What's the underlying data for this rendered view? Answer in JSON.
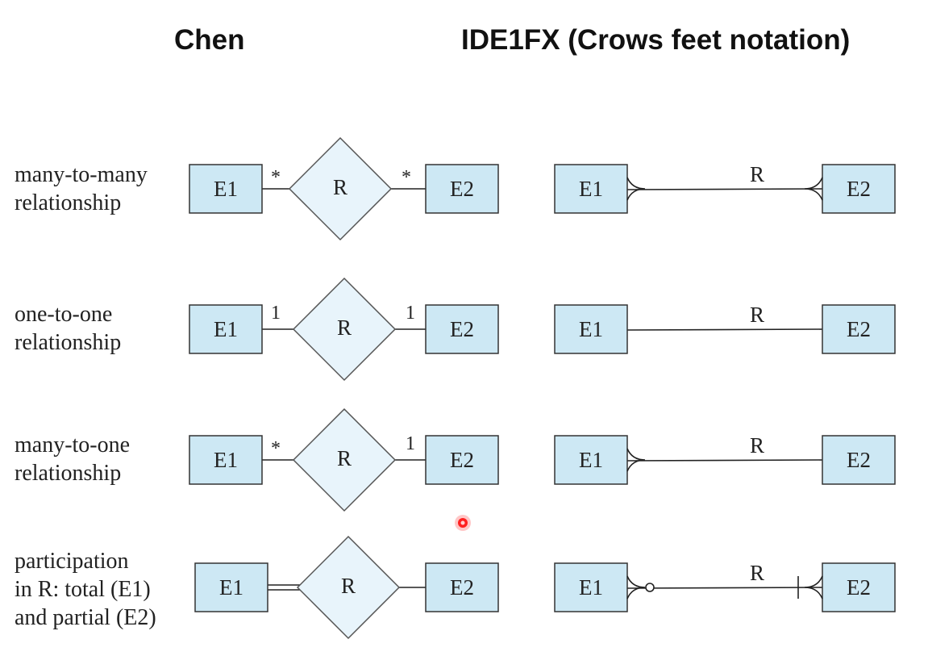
{
  "headings": {
    "chen": "Chen",
    "ide1fx": "IDE1FX (Crows feet notation)"
  },
  "rows": [
    {
      "label_lines": [
        "many-to-many",
        "relationship"
      ],
      "chen": {
        "e1": "E1",
        "r": "R",
        "e2": "E2",
        "card_left": "*",
        "card_right": "*",
        "left_link": "single",
        "right_link": "single"
      },
      "crow": {
        "e1": "E1",
        "r": "R",
        "e2": "E2",
        "left_end": "crows-foot",
        "right_end": "crows-foot"
      }
    },
    {
      "label_lines": [
        "one-to-one",
        "relationship"
      ],
      "chen": {
        "e1": "E1",
        "r": "R",
        "e2": "E2",
        "card_left": "1",
        "card_right": "1",
        "left_link": "single",
        "right_link": "single"
      },
      "crow": {
        "e1": "E1",
        "r": "R",
        "e2": "E2",
        "left_end": "none",
        "right_end": "none"
      }
    },
    {
      "label_lines": [
        "many-to-one",
        "relationship"
      ],
      "chen": {
        "e1": "E1",
        "r": "R",
        "e2": "E2",
        "card_left": "*",
        "card_right": "1",
        "left_link": "single",
        "right_link": "single"
      },
      "crow": {
        "e1": "E1",
        "r": "R",
        "e2": "E2",
        "left_end": "crows-foot",
        "right_end": "none"
      }
    },
    {
      "label_lines": [
        "participation",
        "in R: total (E1)",
        "and partial (E2)"
      ],
      "chen": {
        "e1": "E1",
        "r": "R",
        "e2": "E2",
        "card_left": "",
        "card_right": "",
        "left_link": "double",
        "right_link": "single"
      },
      "crow": {
        "e1": "E1",
        "r": "R",
        "e2": "E2",
        "left_end": "crows-foot-circle",
        "right_end": "crows-foot-bar"
      }
    }
  ],
  "colors": {
    "entity_fill": "#cde8f4",
    "relationship_fill": "#e8f4fb",
    "pointer_dot": "#ff2020"
  }
}
